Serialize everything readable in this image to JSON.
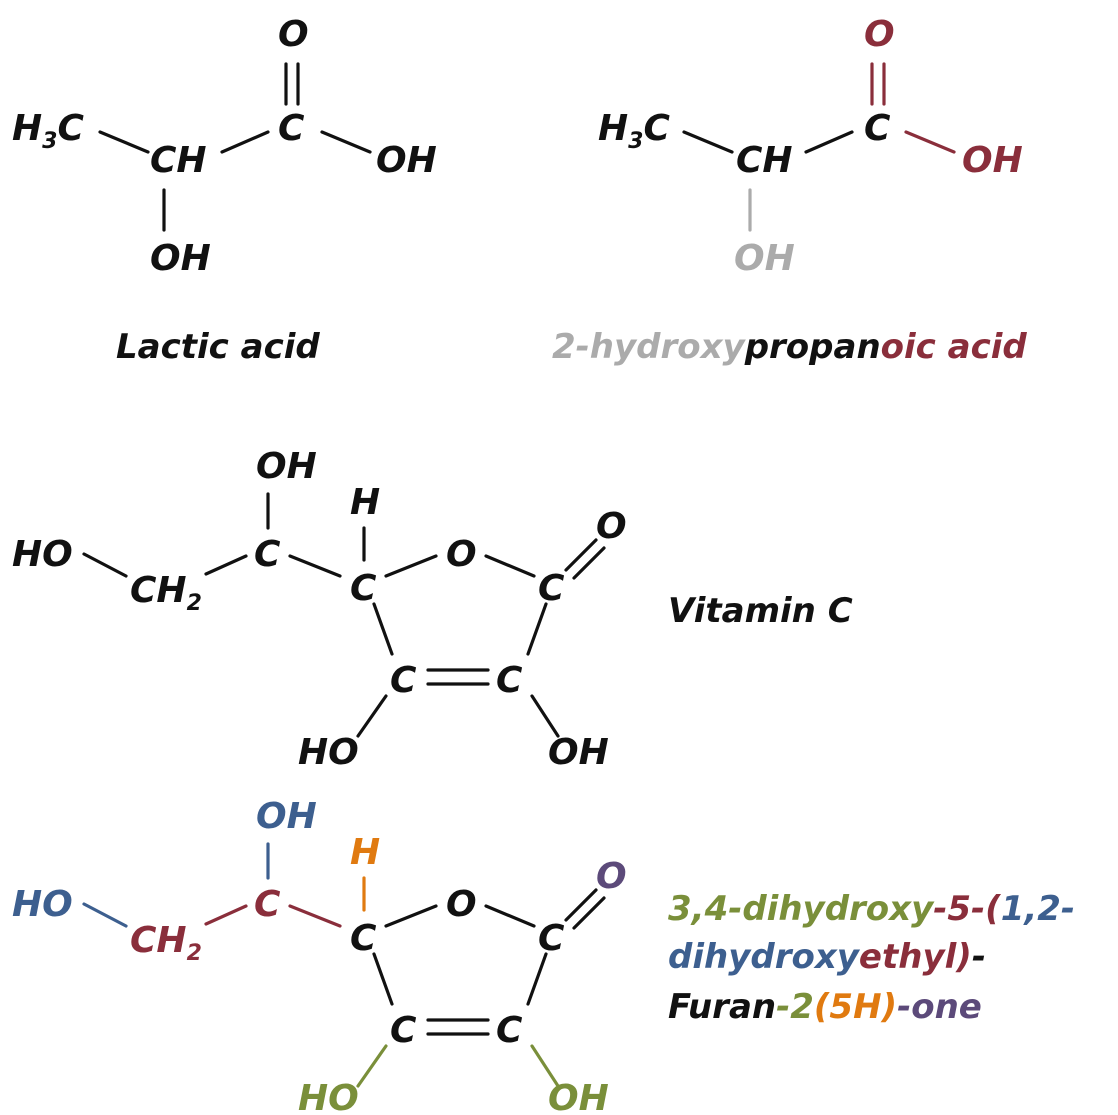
{
  "colors": {
    "black": "#111111",
    "gray": "#ababab",
    "maroon": "#8a2e3b",
    "blue": "#3d5f8f",
    "olive": "#7a8f3a",
    "orange": "#e07a10",
    "purple": "#5c4a7a"
  },
  "lactic": {
    "atoms": {
      "O": "O",
      "H": "H",
      "sub3": "3",
      "C": "C",
      "CH": "CH",
      "OH": "OH"
    },
    "caption": "Lactic acid",
    "iupac": {
      "part1": "2-hydroxy",
      "part2": "propan",
      "part3": "oic acid"
    }
  },
  "vitc": {
    "atoms": {
      "OH": "OH",
      "HO": "HO",
      "CH": "CH",
      "sub2": "2",
      "C": "C",
      "H": "H",
      "O": "O"
    },
    "caption": "Vitamin C",
    "iupac": {
      "line1a": "3,4-dihydroxy",
      "line1b": "-5-",
      "line1c": "(",
      "line1d": "1,2-",
      "line2a": "dihydroxy",
      "line2b": "ethyl",
      "line2c": ")",
      "line2d": "-",
      "line3a": "Furan",
      "line3b": "-2",
      "line3c": "(",
      "line3d": "5H",
      "line3e": ")",
      "line3f": "-one"
    }
  }
}
